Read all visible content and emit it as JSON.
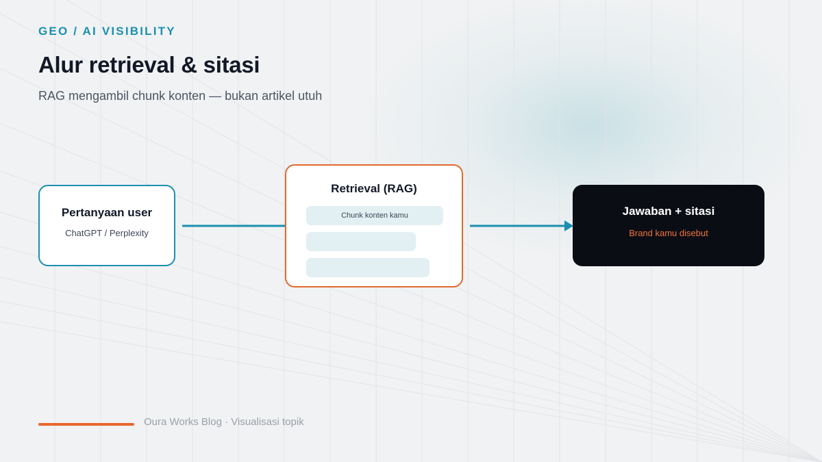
{
  "header": {
    "eyebrow": "GEO / AI VISIBILITY",
    "title": "Alur retrieval & sitasi",
    "subtitle": "RAG mengambil chunk konten — bukan artikel utuh"
  },
  "diagram": {
    "nodes": [
      {
        "id": "question",
        "title": "Pertanyaan user",
        "subtitle": "ChatGPT / Perplexity"
      },
      {
        "id": "retrieval",
        "title": "Retrieval (RAG)",
        "chunks": [
          "Chunk konten kamu",
          "",
          ""
        ]
      },
      {
        "id": "answer",
        "title": "Jawaban + sitasi",
        "subtitle": "Brand kamu disebut"
      }
    ],
    "edges": [
      {
        "from": "question",
        "to": "retrieval",
        "arrowhead": false
      },
      {
        "from": "retrieval",
        "to": "answer",
        "arrowhead": true
      }
    ]
  },
  "colors": {
    "accent_teal": "#1b8fb0",
    "accent_orange": "#e0692e",
    "dark_node": "#0b0d14"
  },
  "footer": {
    "text": "Oura Works Blog · Visualisasi topik"
  }
}
